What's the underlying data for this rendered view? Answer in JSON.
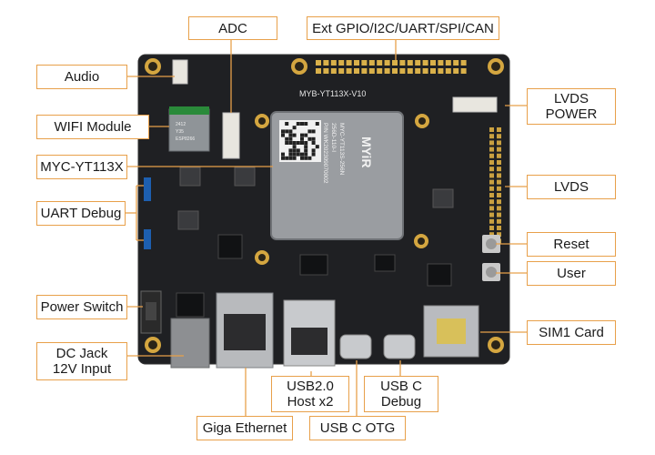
{
  "board": {
    "silk_label": "MYB-YT113X-V10",
    "module_brand": "MYiR",
    "module_text": [
      "MYC-YT113S-256N",
      "256D-110-I",
      "P/N WK202309070002"
    ],
    "wifi_text": [
      "2412",
      "Y35",
      "ESP8266"
    ]
  },
  "callouts": {
    "adc": "ADC",
    "ext_gpio": "Ext GPIO/I2C/UART/SPI/CAN",
    "audio": "Audio",
    "wifi_module": "WIFI Module",
    "myc": "MYC-YT113X",
    "uart_debug": "UART Debug",
    "power_switch": "Power Switch",
    "dc_jack_l1": "DC Jack",
    "dc_jack_l2": "12V Input",
    "lvds_power_l1": "LVDS",
    "lvds_power_l2": "POWER",
    "lvds": "LVDS",
    "reset": "Reset",
    "user": "User",
    "sim1_card": "SIM1 Card",
    "usb20_l1": "USB2.0",
    "usb20_l2": "Host x2",
    "usbc_debug_l1": "USB C",
    "usbc_debug_l2": "Debug",
    "giga_ethernet": "Giga Ethernet",
    "usbc_otg": "USB C OTG"
  },
  "colors": {
    "callout_border": "#e8a04a",
    "leader_line": "#e8a04a",
    "pcb": "#1e1f22",
    "module": "#8f9296"
  }
}
